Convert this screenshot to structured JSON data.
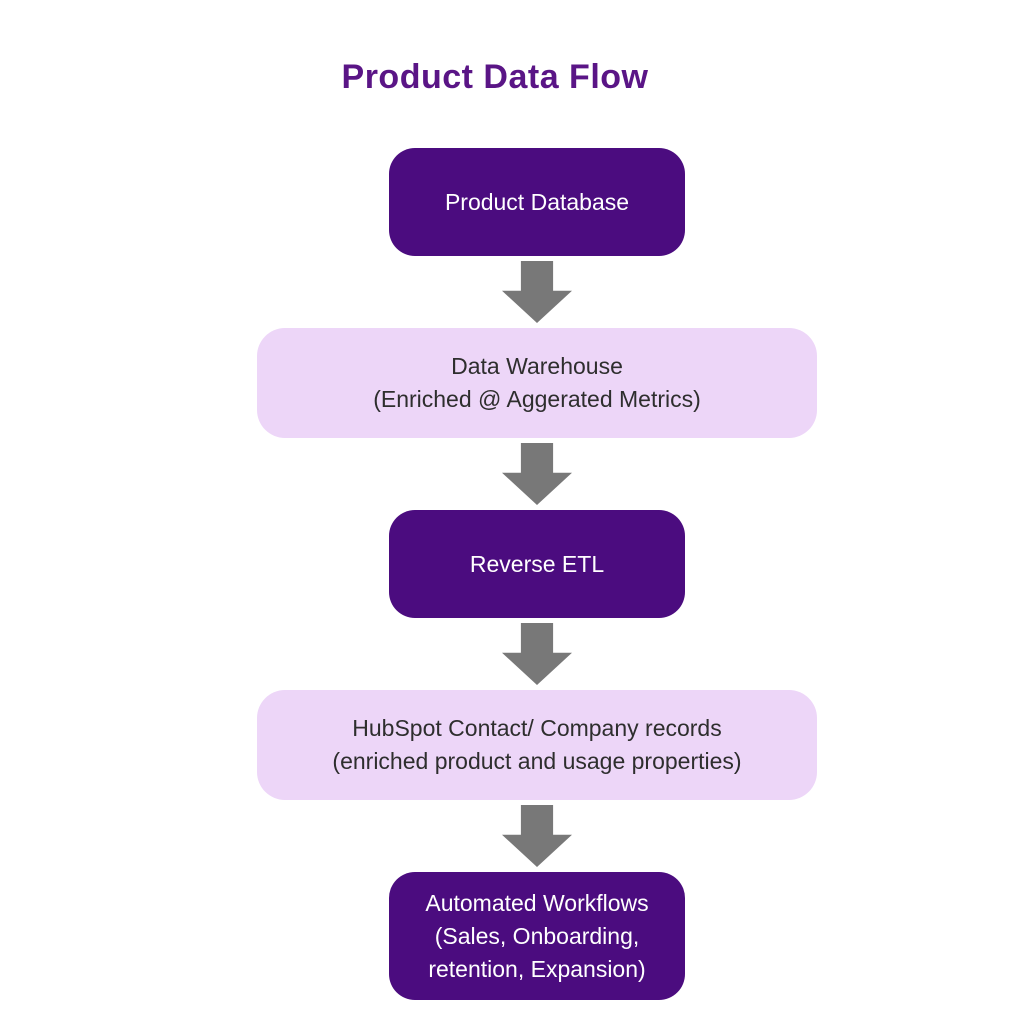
{
  "title": {
    "text": "Product Data Flow"
  },
  "colors": {
    "page_bg": "#ffffff",
    "title_color": "#5a1586",
    "dark_box_bg": "#4b0c7f",
    "dark_box_text": "#ffffff",
    "light_box_bg": "#edd6f8",
    "light_box_text": "#2e2e2e",
    "arrow_color": "#787878"
  },
  "flow": {
    "connector_icon": "down-arrow",
    "nodes": [
      {
        "id": "product-database",
        "style": "dark",
        "lines": [
          "Product Database"
        ]
      },
      {
        "id": "data-warehouse",
        "style": "light",
        "lines": [
          "Data Warehouse",
          "(Enriched @ Aggerated Metrics)"
        ]
      },
      {
        "id": "reverse-etl",
        "style": "dark",
        "lines": [
          "Reverse ETL"
        ]
      },
      {
        "id": "hubspot-records",
        "style": "light",
        "lines": [
          "HubSpot Contact/ Company records",
          "(enriched product and usage properties)"
        ]
      },
      {
        "id": "automated-workflows",
        "style": "dark",
        "lines": [
          "Automated Workflows",
          "(Sales, Onboarding,",
          "retention, Expansion)"
        ]
      }
    ]
  }
}
